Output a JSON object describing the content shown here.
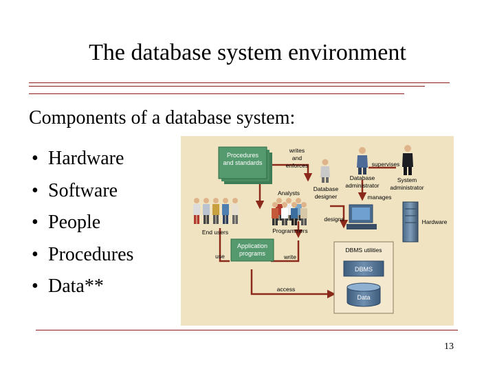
{
  "slide": {
    "title": "The database system environment",
    "subtitle": "Components of a database system:",
    "bullet_char": "•",
    "bullets": [
      "Hardware",
      "Software",
      "People",
      "Procedures",
      "Data**"
    ],
    "page_number": "13"
  },
  "diagram": {
    "procedures_box": [
      "Procedures",
      "and standards"
    ],
    "app_box": [
      "Application",
      "programs"
    ],
    "labels": {
      "writes_enforces": [
        "writes",
        "and",
        "enforces"
      ],
      "supervises": "supervises",
      "db_admin": [
        "Database",
        "administrator"
      ],
      "sys_admin": [
        "System",
        "administrator"
      ],
      "analysts": "Analysts",
      "db_designer": [
        "Database",
        "designer"
      ],
      "manages": "manages",
      "hardware": "Hardware",
      "end_users": "End users",
      "programmers": "Programmers",
      "designs": "designs",
      "use": "use",
      "write": "write",
      "dbms_utilities": "DBMS utilities",
      "dbms": "DBMS",
      "access": "access",
      "data": "Data"
    }
  }
}
